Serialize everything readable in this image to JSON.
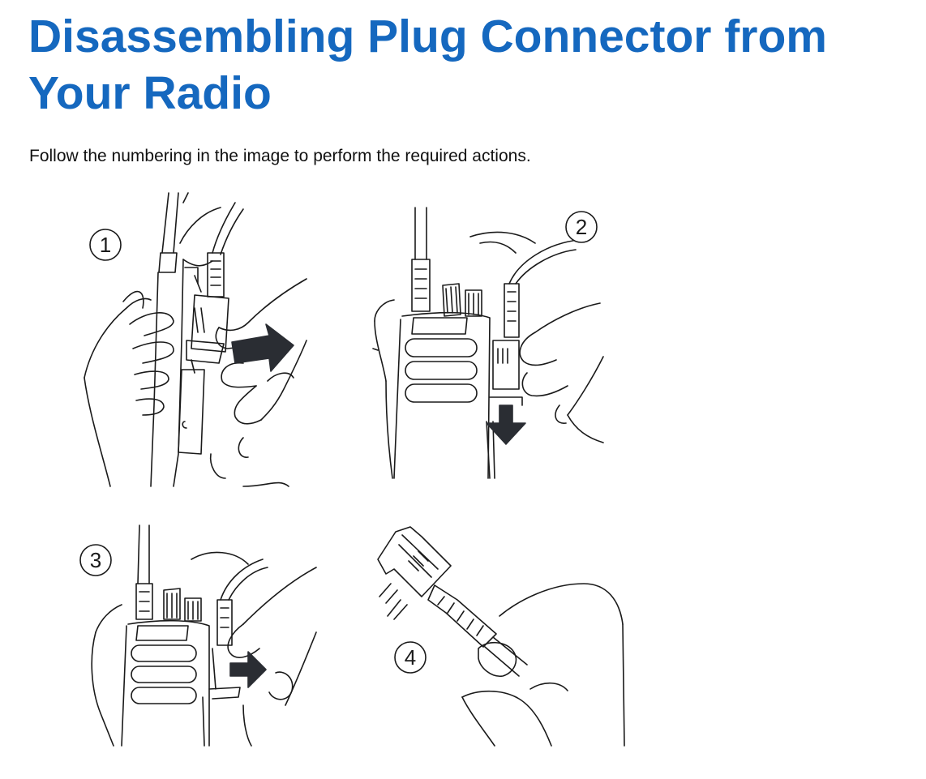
{
  "document": {
    "title": "Disassembling Plug Connector from Your Radio",
    "intro": "Follow the numbering in the image to perform the required actions."
  },
  "figure": {
    "steps": [
      {
        "label": "1"
      },
      {
        "label": "2"
      },
      {
        "label": "3"
      },
      {
        "label": "4"
      }
    ]
  },
  "colors": {
    "heading": "#1568bf",
    "line_art": "#1a1a1a",
    "arrow": "#2a2d33"
  },
  "icons": [
    "hand-illustration",
    "radio-illustration",
    "arrow-right-icon",
    "arrow-down-icon",
    "plug-connector-illustration"
  ]
}
